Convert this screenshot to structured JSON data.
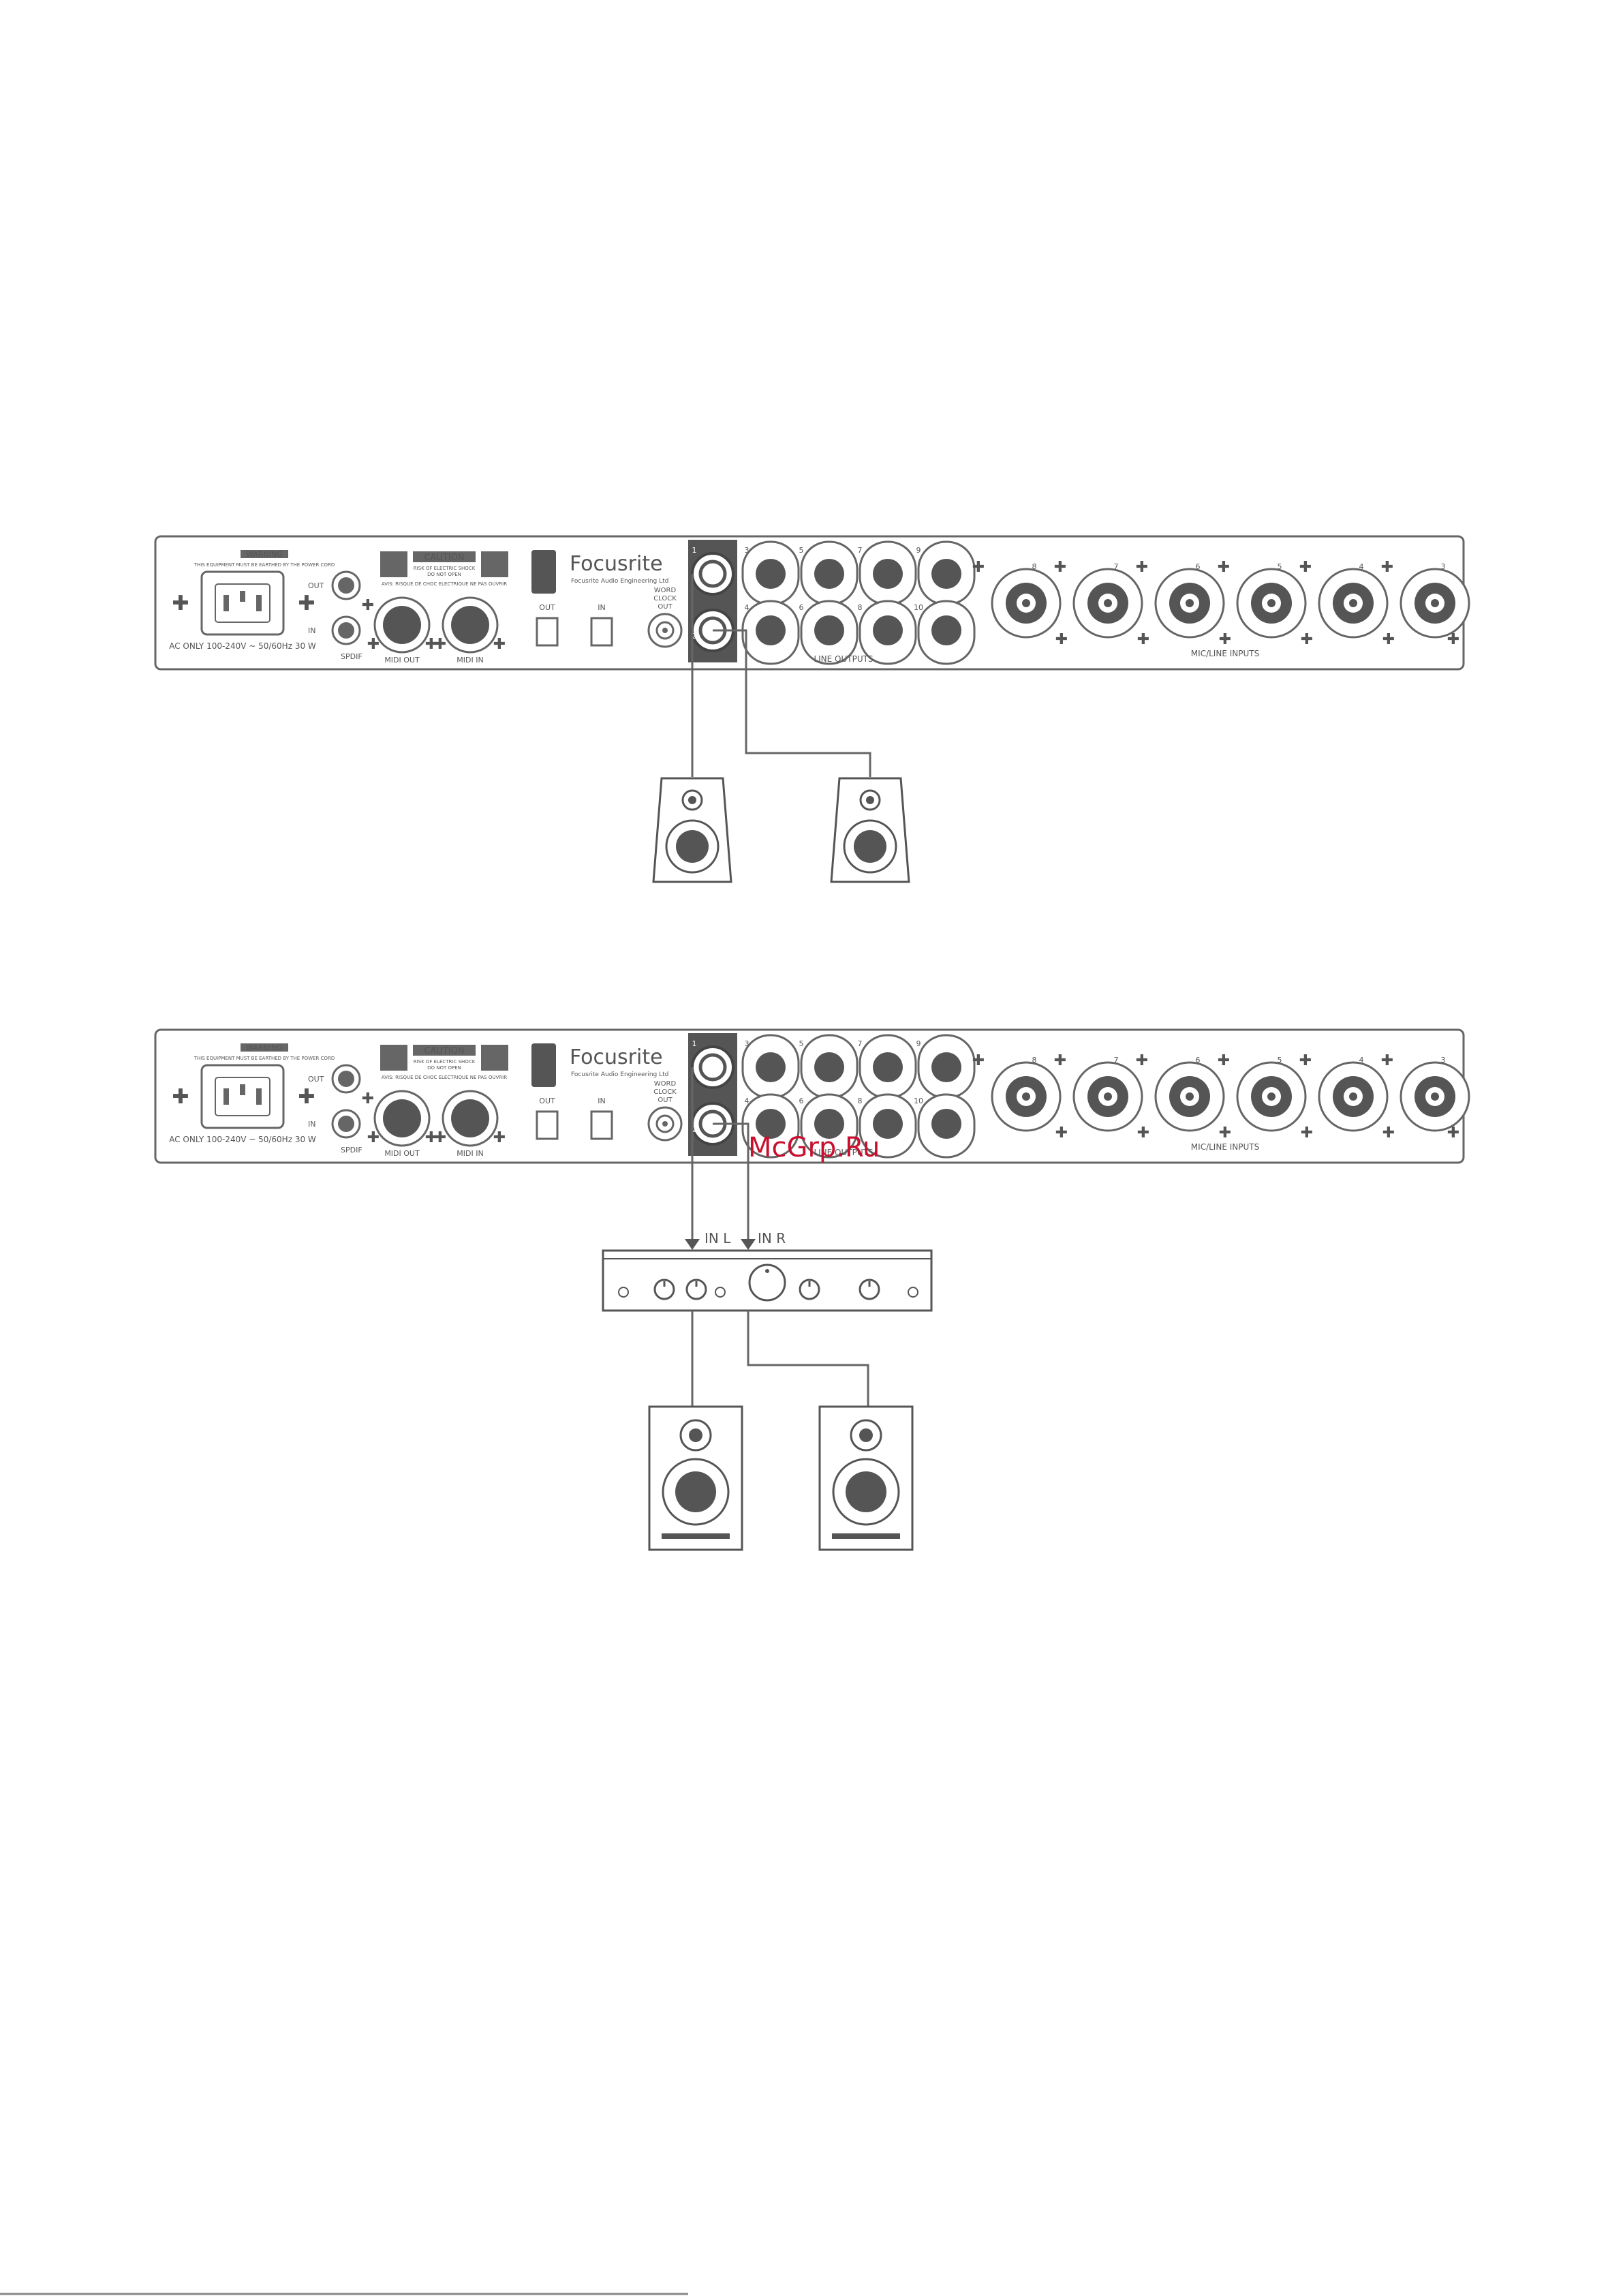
{
  "panel": {
    "warning_title": "WARNING",
    "warning_text": "THIS EQUIPMENT MUST BE EARTHED BY THE POWER CORD",
    "power_rating": "AC ONLY 100-240V ~ 50/60Hz 30 W",
    "spdif_out": "OUT",
    "spdif_in": "IN",
    "spdif_label": "SPDIF",
    "caution_title": "CAUTION",
    "caution_line1": "RISK OF ELECTRIC SHOCK",
    "caution_line2": "DO NOT OPEN",
    "avis_text": "AVIS: RISQUE DE CHOC ELECTRIQUE NE PAS OUVRIR",
    "midi_out": "MIDI OUT",
    "midi_in": "MIDI IN",
    "optical_out": "OUT",
    "optical_in": "IN",
    "brand": "Focusrite",
    "brand_sub": "Focusrite Audio Engineering Ltd",
    "wordclock_1": "WORD",
    "wordclock_2": "CLOCK",
    "wordclock_3": "OUT",
    "line_outputs_label": "LINE OUTPUTS",
    "line_output_numbers": [
      "1",
      "2",
      "3",
      "4",
      "5",
      "6",
      "7",
      "8",
      "9",
      "10"
    ],
    "mic_inputs_label": "MIC/LINE INPUTS",
    "mic_input_numbers": [
      "8",
      "7",
      "6",
      "5",
      "4",
      "3"
    ]
  },
  "amplifier": {
    "in_left": "IN L",
    "in_right": "IN R"
  },
  "watermark": "McGrp.Ru"
}
